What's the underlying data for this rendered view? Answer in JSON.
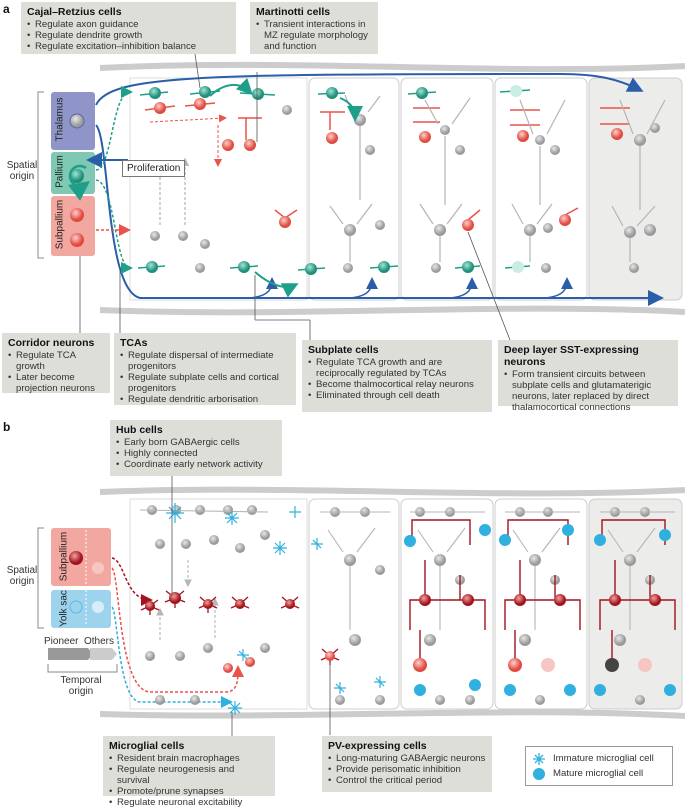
{
  "panel_a": {
    "letter": "a",
    "spatial_origin_label": "Spatial\norigin",
    "regions": [
      "Thalamus",
      "Pallium",
      "Subpallium"
    ],
    "proliferation_label": "Proliferation",
    "callouts": {
      "cajal": {
        "title": "Cajal–Retzius cells",
        "items": [
          "Regulate axon guidance",
          "Regulate dendrite growth",
          "Regulate excitation–inhibition balance"
        ]
      },
      "martinotti": {
        "title": "Martinotti cells",
        "items": [
          "Transient interactions in MZ regulate morphology and function"
        ]
      },
      "corridor": {
        "title": "Corridor neurons",
        "items": [
          "Regulate TCA growth",
          "Later become projection neurons"
        ]
      },
      "tcas": {
        "title": "TCAs",
        "items": [
          "Regulate dispersal of intermediate progenitors",
          "Regulate subplate cells and cortical progenitors",
          "Regulate dendritic arborisation"
        ]
      },
      "subplate": {
        "title": "Subplate cells",
        "items": [
          "Regulate TCA growth and are reciprocally regulated by TCAs",
          "Become thalmocortical relay neurons",
          "Eliminated through cell death"
        ]
      },
      "deep_sst": {
        "title": "Deep layer SST-expressing neurons",
        "items": [
          "Form transient circuits between subplate cells and glutamaterigic neurons, later replaced by direct thalamocortical connections"
        ]
      }
    }
  },
  "panel_b": {
    "letter": "b",
    "spatial_origin_label": "Spatial\norigin",
    "regions": [
      "Subpallium",
      "Yolk sac"
    ],
    "pioneer_label": "Pioneer",
    "others_label": "Others",
    "temporal_origin_label": "Temporal\norigin",
    "callouts": {
      "hub": {
        "title": "Hub cells",
        "items": [
          "Early born GABAergic cells",
          "Highly connected",
          "Coordinate early network activity"
        ]
      },
      "microglial": {
        "title": "Microglial cells",
        "items": [
          "Resident brain macrophages",
          "Regulate neurogenesis and survival",
          "Promote/prune synapses",
          "Regulate neuronal excitability"
        ]
      },
      "pv": {
        "title": "PV-expressing cells",
        "items": [
          "Long-maturing GABAergic neurons",
          "Provide perisomatic inhibition",
          "Control the critical period"
        ]
      }
    },
    "legend": [
      "Immature microglial cell",
      "Mature microglial cell"
    ]
  },
  "colors": {
    "thalamus": "#8f95c8",
    "pallium": "#7ec8b4",
    "subpallium": "#f2a7a0",
    "yolk_sac": "#9ed3ee",
    "teal": "#1f9f8a",
    "red": "#e8534a",
    "darkred": "#a3121d",
    "blue": "#2a5ea8",
    "grey": "#b5b5b5",
    "microglia": "#2fb0df"
  }
}
